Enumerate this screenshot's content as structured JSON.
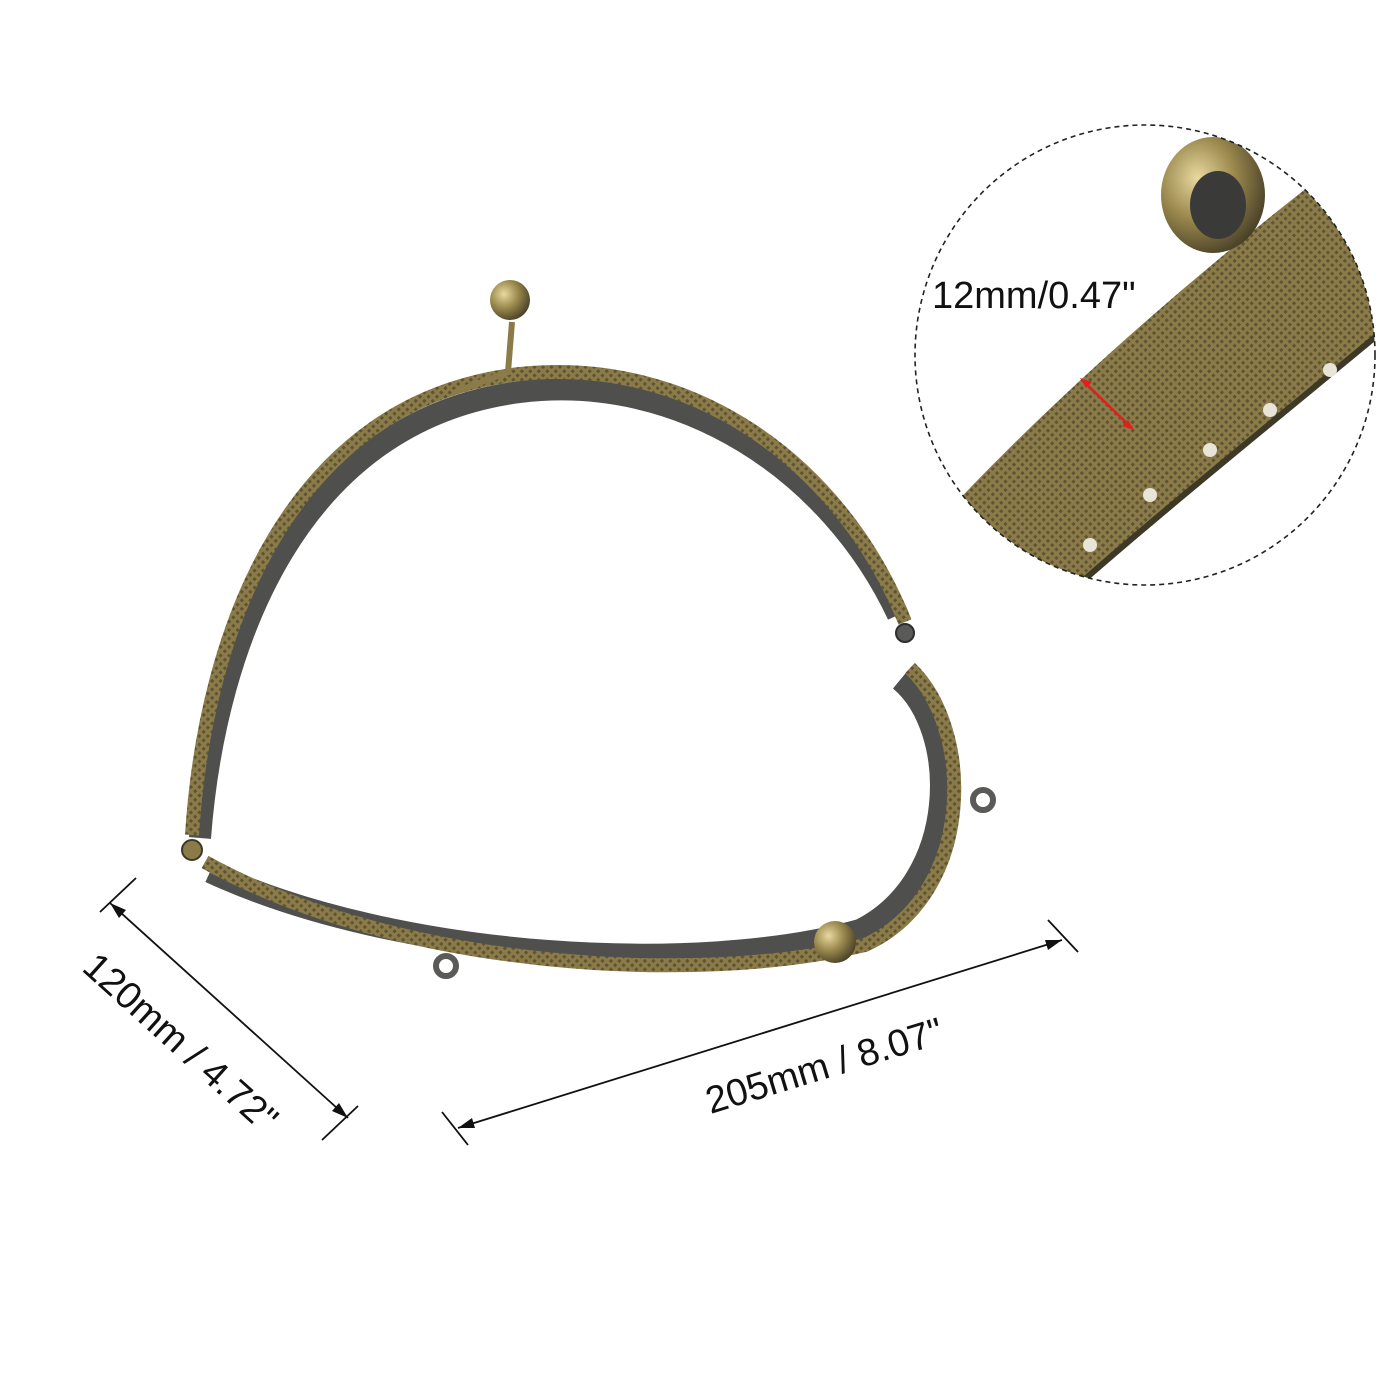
{
  "dimensions": {
    "height_label": "120mm / 4.72\"",
    "width_label": "205mm / 8.07\"",
    "detail_label": "12mm/0.47\""
  },
  "colors": {
    "bronze": "#8a7b48",
    "bronze_dark": "#4e4632",
    "steel": "#5a5a58",
    "line": "#111111",
    "accent_arrow": "#e02020"
  }
}
